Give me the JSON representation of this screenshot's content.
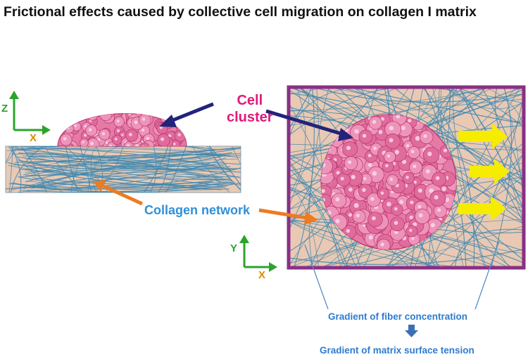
{
  "title": "Frictional effects caused by collective cell migration on collagen I matrix",
  "labels": {
    "cell_cluster": [
      "Cell",
      "cluster"
    ],
    "collagen_network": "Collagen network",
    "gradient_fiber": "Gradient of fiber concentration",
    "gradient_tension": "Gradient of matrix surface tension"
  },
  "axes": {
    "side_view": {
      "vertical": "Z",
      "horizontal": "X"
    },
    "top_view": {
      "vertical": "Y",
      "horizontal": "X"
    }
  },
  "colors": {
    "cell_fill": "#e57aa6",
    "cell_outline": "#b8326a",
    "fiber": "#3d87b0",
    "matrix_bg": "#e9c9b3",
    "frame": "#8a2f86",
    "pointer_navy": "#22237a",
    "pointer_orange": "#ec7b22",
    "migration_arrow": "#f5ec00",
    "axis_green": "#2ca32c",
    "axis_x_label": "#e08a00",
    "label_magenta": "#e0197b",
    "label_blue": "#2e7bd0"
  },
  "icons": {
    "flow_arrow": "down-arrow-icon"
  }
}
